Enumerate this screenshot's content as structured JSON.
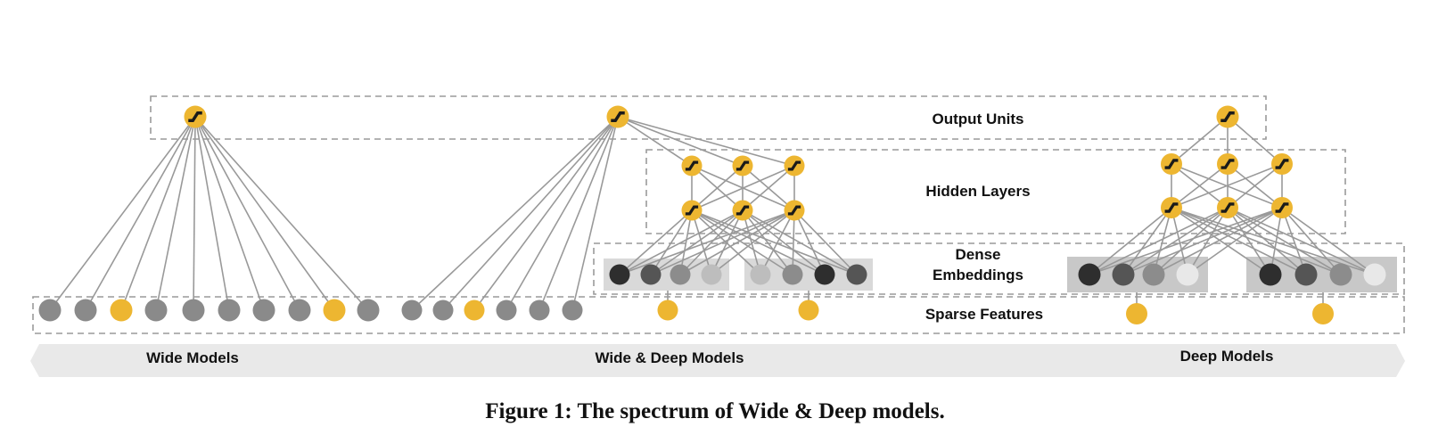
{
  "labels": {
    "output_units": "Output Units",
    "hidden_layers": "Hidden Layers",
    "dense_embeddings_line1": "Dense",
    "dense_embeddings_line2": "Embeddings",
    "sparse_features": "Sparse Features"
  },
  "bands": {
    "wide": "Wide Models",
    "wide_deep": "Wide & Deep Models",
    "deep": "Deep Models"
  },
  "caption": "Figure 1: The spectrum of Wide & Deep models.",
  "colors": {
    "activated": "#EDB631",
    "sparse_gray": "#8A8A8A",
    "embed_dark": "#2E2E2E",
    "embed_mid": "#555555",
    "embed_gray": "#8C8C8C",
    "embed_light": "#BDBDBD",
    "embed_white": "#E8E8E8",
    "band": "#E9E9E9",
    "dashed_box": "#9A9A9A",
    "edge": "#999999"
  },
  "wide_model": {
    "sparse_features": [
      "gray",
      "gray",
      "yellow",
      "gray",
      "gray",
      "gray",
      "gray",
      "gray",
      "yellow",
      "gray"
    ]
  },
  "wide_deep_model": {
    "wide_sparse_features": [
      "gray",
      "gray",
      "yellow",
      "gray",
      "gray",
      "gray"
    ],
    "embedding_groups": [
      [
        "dark",
        "mid",
        "gray",
        "light"
      ],
      [
        "light",
        "gray",
        "dark",
        "mid"
      ]
    ],
    "hidden_layers": 2,
    "units_per_hidden_layer": 3
  },
  "deep_model": {
    "embedding_groups": [
      [
        "dark",
        "mid",
        "gray",
        "white"
      ],
      [
        "dark",
        "mid",
        "gray",
        "white"
      ]
    ],
    "hidden_layers": 2,
    "units_per_hidden_layer": 3
  }
}
